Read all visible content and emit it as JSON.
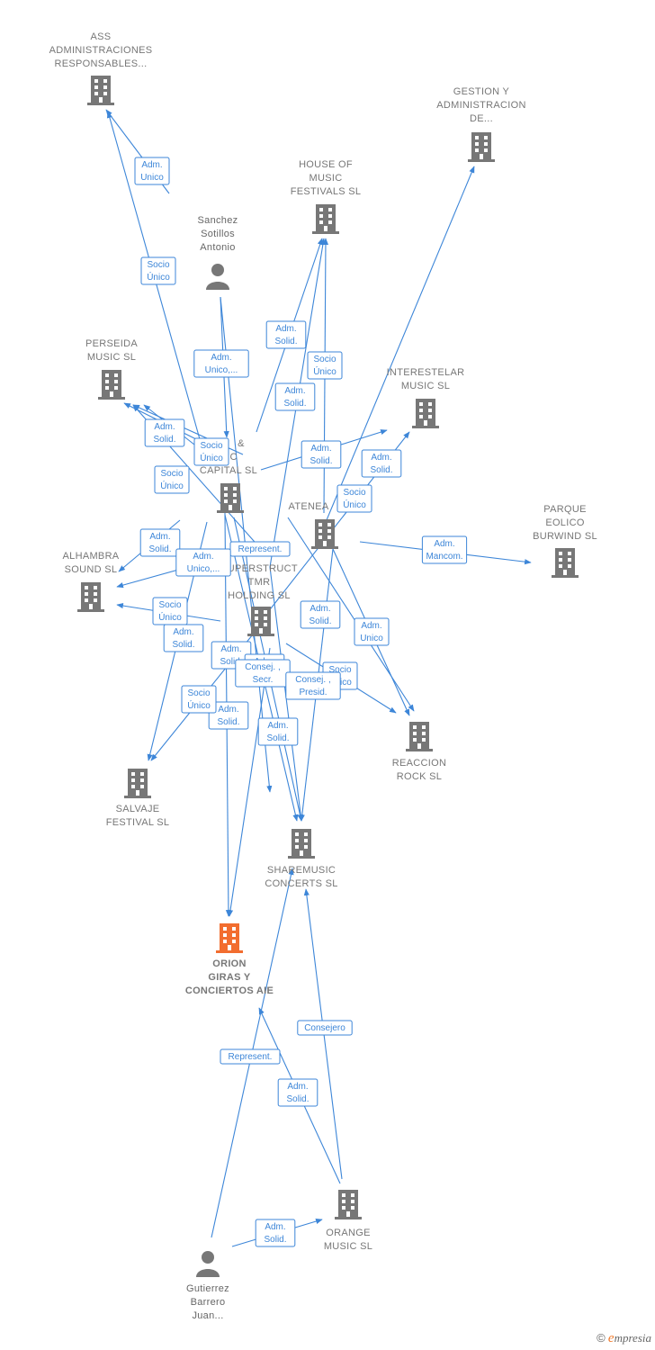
{
  "colors": {
    "edge": "#3d86d8",
    "company": "#777777",
    "focus": "#f26d2f",
    "person": "#777777"
  },
  "brand": {
    "copyright": "©",
    "e": "e",
    "name": "mpresia"
  },
  "nodes": [
    {
      "id": "ass",
      "type": "company",
      "lines": [
        "ASS",
        "ADMINISTRACIONES",
        "RESPONSABLES..."
      ]
    },
    {
      "id": "gestion",
      "type": "company",
      "lines": [
        "GESTION Y",
        "ADMINISTRACION",
        "DE..."
      ]
    },
    {
      "id": "house",
      "type": "company",
      "lines": [
        "HOUSE OF",
        "MUSIC",
        "FESTIVALS  SL"
      ]
    },
    {
      "id": "sanchez",
      "type": "person",
      "lines": [
        "Sanchez",
        "Sotillos",
        "Antonio"
      ]
    },
    {
      "id": "perseida",
      "type": "company",
      "lines": [
        "PERSEIDA",
        "MUSIC  SL"
      ]
    },
    {
      "id": "interestelar",
      "type": "company",
      "lines": [
        "INTERESTELAR",
        "MUSIC  SL"
      ]
    },
    {
      "id": "capital",
      "type": "company",
      "lines": [
        "&",
        "IC",
        "CAPITAL SL"
      ]
    },
    {
      "id": "atenea",
      "type": "company",
      "lines": [
        "ATENEA"
      ]
    },
    {
      "id": "parque",
      "type": "company",
      "lines": [
        "PARQUE",
        "EOLICO",
        "BURWIND  SL"
      ]
    },
    {
      "id": "alhambra",
      "type": "company",
      "lines": [
        "ALHAMBRA",
        "SOUND  SL"
      ]
    },
    {
      "id": "superstruct",
      "type": "company",
      "lines": [
        "SUPERSTRUCT",
        "TMR",
        "HOLDING  SL"
      ]
    },
    {
      "id": "reaccion",
      "type": "company",
      "lines": [
        "REACCION",
        "ROCK SL"
      ]
    },
    {
      "id": "salvaje",
      "type": "company",
      "lines": [
        "SALVAJE",
        "FESTIVAL  SL"
      ]
    },
    {
      "id": "sharemusic",
      "type": "company",
      "lines": [
        "SHAREMUSIC",
        "CONCERTS  SL"
      ]
    },
    {
      "id": "orion",
      "type": "focus",
      "lines": [
        "ORION",
        "GIRAS Y",
        "CONCIERTOS AIE"
      ]
    },
    {
      "id": "orange",
      "type": "company",
      "lines": [
        "ORANGE",
        "MUSIC  SL"
      ]
    },
    {
      "id": "gutierrez",
      "type": "person",
      "lines": [
        "Gutierrez",
        "Barrero",
        "Juan..."
      ]
    }
  ],
  "edge_labels": [
    [
      "Adm.",
      "Unico"
    ],
    [
      "Socio",
      "Único"
    ],
    [
      "Adm.",
      "Solid."
    ],
    [
      "Adm.",
      "Unico,..."
    ],
    [
      "Adm.",
      "Solid."
    ],
    [
      "Socio",
      "Único"
    ],
    [
      "Adm.",
      "Solid."
    ],
    [
      "Socio",
      "Único"
    ],
    [
      "Adm.",
      "Solid."
    ],
    [
      "Adm.",
      "Solid."
    ],
    [
      "Socio",
      "Único"
    ],
    [
      "Adm.",
      "Solid."
    ],
    [
      "Adm.",
      "Solid."
    ],
    [
      "Socio",
      "Único"
    ],
    [
      "Adm.",
      "Solid."
    ],
    [
      "Adm.",
      "Unico"
    ],
    [
      "Adm.",
      "Mancom."
    ],
    [
      "Represent."
    ],
    [
      "Socio",
      "Único"
    ],
    [
      "Adm.",
      "Solid."
    ],
    [
      "Adm.",
      "Solid."
    ],
    [
      "Adm.",
      "Solid."
    ],
    [
      "Adm.",
      "Solid."
    ],
    [
      "Consej. ,",
      "Secr."
    ],
    [
      "Socio",
      "Único"
    ],
    [
      "Consej. ,",
      "Presid."
    ],
    [
      "Socio",
      "Único"
    ],
    [
      "Adm.",
      "Solid."
    ],
    [
      "Adm.",
      "Solid."
    ],
    [
      "Consejero"
    ],
    [
      "Represent."
    ],
    [
      "Adm.",
      "Solid."
    ],
    [
      "Adm.",
      "Unico,..."
    ]
  ]
}
